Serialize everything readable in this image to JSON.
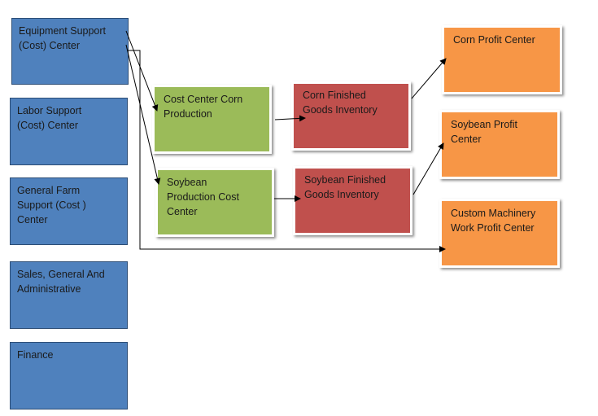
{
  "support_centers": [
    {
      "label": "Equipment Support\n(Cost) Center"
    },
    {
      "label": "Labor Support\n(Cost) Center"
    },
    {
      "label": "General Farm\nSupport (Cost )\nCenter"
    },
    {
      "label": "Sales, General And\nAdministrative"
    },
    {
      "label": "Finance"
    }
  ],
  "production_cost_centers": [
    {
      "label": "Cost Center Corn\nProduction"
    },
    {
      "label": "Soybean\nProduction Cost\nCenter"
    }
  ],
  "inventories": [
    {
      "label": "Corn Finished\nGoods Inventory"
    },
    {
      "label": "Soybean Finished\nGoods Inventory"
    }
  ],
  "profit_centers": [
    {
      "label": "Corn Profit Center"
    },
    {
      "label": "Soybean Profit\nCenter"
    },
    {
      "label": "Custom Machinery\nWork Profit Center"
    }
  ],
  "colors": {
    "support": "#4f81bd",
    "production": "#9bbb59",
    "inventory": "#c0504d",
    "profit": "#f79646"
  }
}
